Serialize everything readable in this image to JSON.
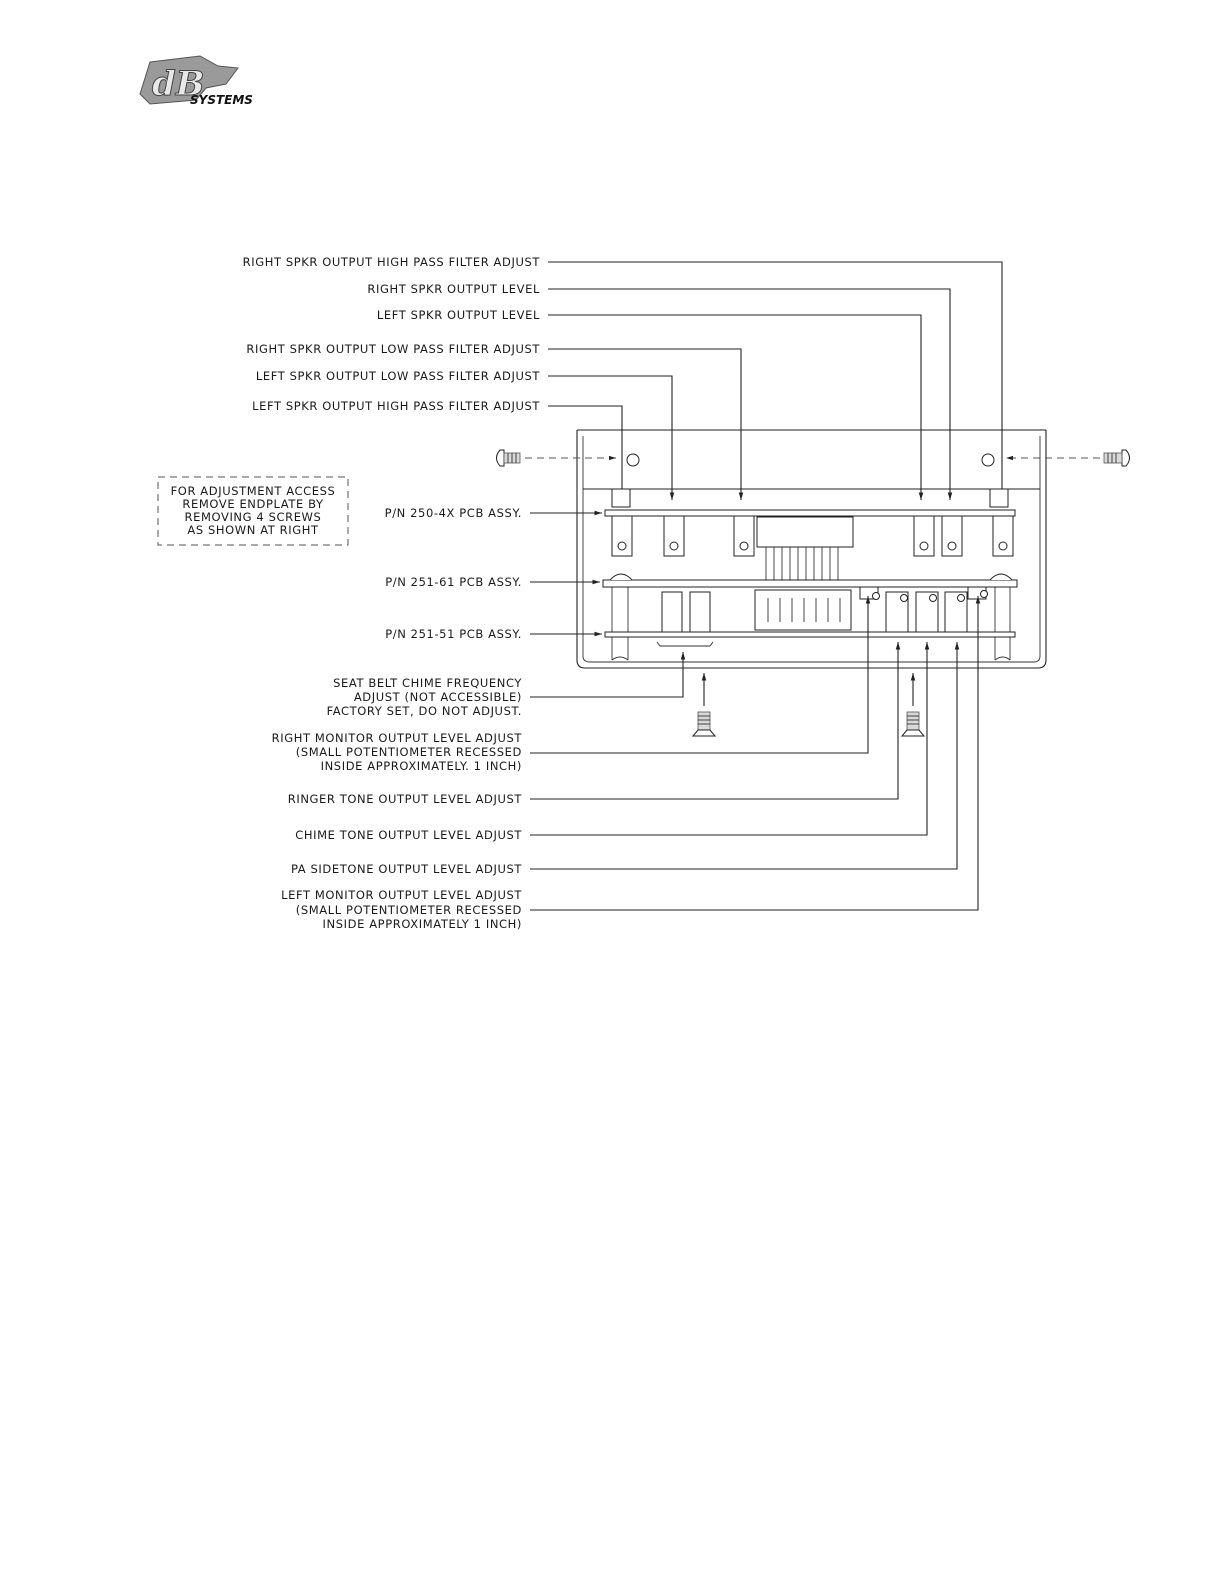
{
  "logo": {
    "letters": "dB",
    "subtitle": "SYSTEMS"
  },
  "note": {
    "lines": [
      "FOR ADJUSTMENT ACCESS",
      "REMOVE ENDPLATE BY",
      "REMOVING 4 SCREWS",
      "AS SHOWN AT RIGHT"
    ]
  },
  "top_callouts": [
    "RIGHT SPKR OUTPUT HIGH PASS FILTER ADJUST",
    "RIGHT SPKR OUTPUT LEVEL",
    "LEFT SPKR OUTPUT LEVEL",
    "RIGHT SPKR OUTPUT LOW PASS FILTER ADJUST",
    "LEFT SPKR OUTPUT LOW PASS FILTER ADJUST",
    "LEFT SPKR OUTPUT HIGH PASS FILTER ADJUST"
  ],
  "pcb_labels": [
    "P/N 250-4X PCB ASSY.",
    "P/N 251-61 PCB ASSY.",
    "P/N 251-51 PCB ASSY."
  ],
  "bottom_callouts": [
    {
      "lines": [
        "SEAT BELT CHIME FREQUENCY",
        "ADJUST (NOT ACCESSIBLE)",
        "FACTORY SET, DO NOT ADJUST."
      ]
    },
    {
      "lines": [
        "RIGHT MONITOR OUTPUT LEVEL ADJUST",
        "(SMALL POTENTIOMETER RECESSED",
        "INSIDE APPROXIMATELY. 1 INCH)"
      ]
    },
    {
      "lines": [
        "RINGER TONE OUTPUT LEVEL ADJUST"
      ]
    },
    {
      "lines": [
        "CHIME TONE OUTPUT LEVEL ADJUST"
      ]
    },
    {
      "lines": [
        "PA SIDETONE OUTPUT LEVEL ADJUST"
      ]
    },
    {
      "lines": [
        "LEFT MONITOR OUTPUT LEVEL ADJUST",
        "(SMALL POTENTIOMETER RECESSED",
        "INSIDE APPROXIMATELY 1 INCH)"
      ]
    }
  ]
}
